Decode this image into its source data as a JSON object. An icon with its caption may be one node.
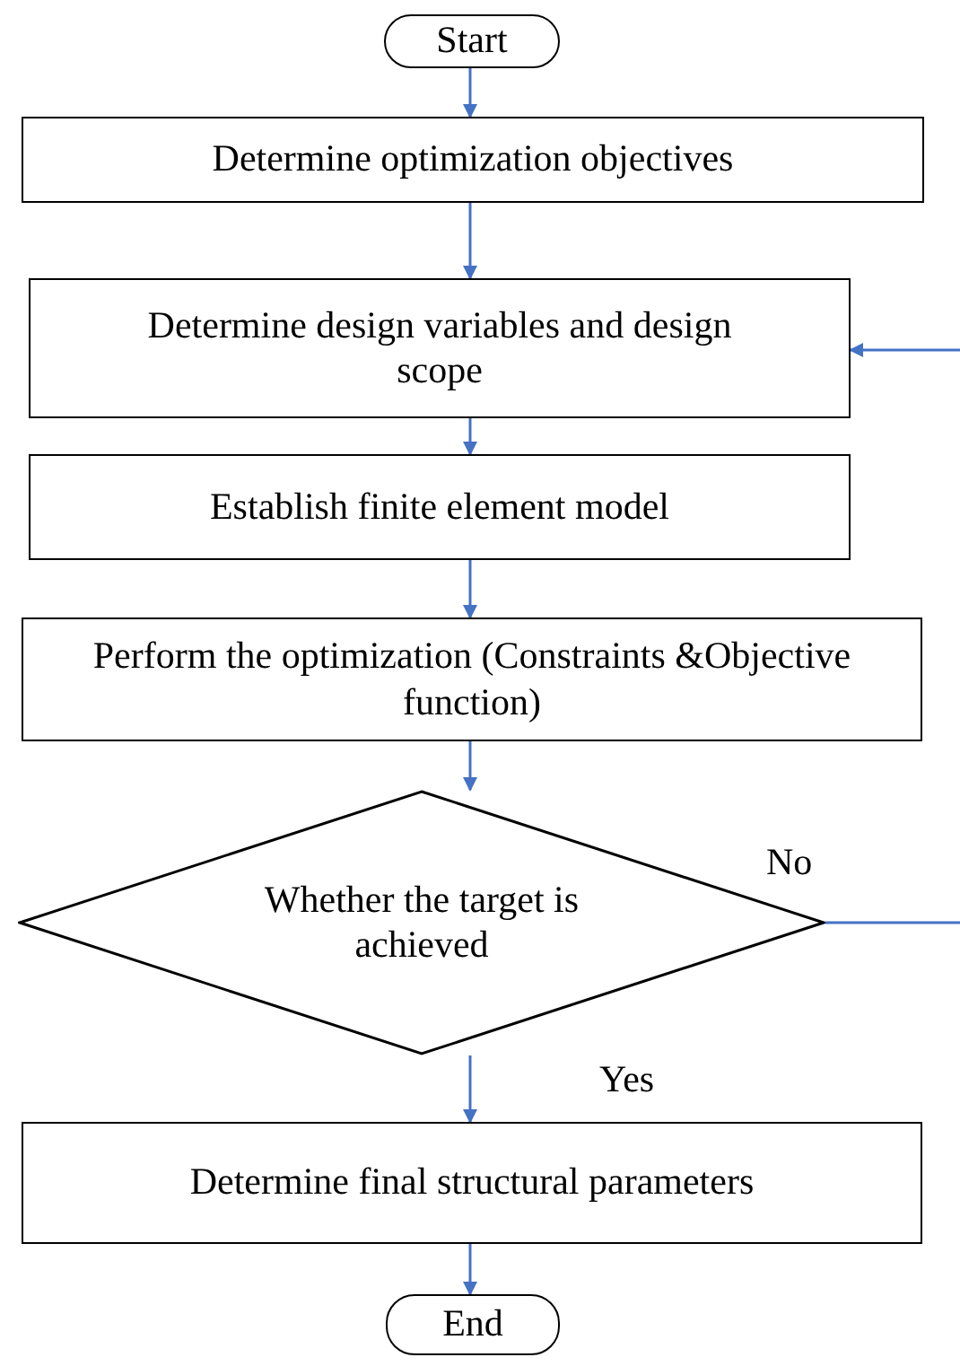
{
  "diagram": {
    "nodes": [
      {
        "text": [
          "Start"
        ]
      },
      {
        "text": [
          "Determine optimization objectives"
        ]
      },
      {
        "text": [
          "Determine design variables and design scope"
        ]
      },
      {
        "text": [
          "Establish finite element model"
        ]
      },
      {
        "text": [
          "Perform the optimization (Constraints &Objective function)"
        ]
      },
      {
        "text": [
          "Whether the target is achieved"
        ]
      },
      {
        "text": [
          "Determine final structural parameters"
        ]
      },
      {
        "text": [
          "End"
        ]
      }
    ],
    "edges": [
      {
        "from": 0,
        "to": 1,
        "arrow": "to"
      },
      {
        "from": 1,
        "to": 2,
        "arrow": "to"
      },
      {
        "from": 2,
        "to": 3,
        "arrow": "to"
      },
      {
        "from": 3,
        "to": 4,
        "arrow": "to"
      },
      {
        "from": 4,
        "to": 5,
        "arrow": "to"
      },
      {
        "from": 5,
        "to": 6,
        "arrow": "to",
        "label": "Yes"
      },
      {
        "from": 6,
        "to": 7,
        "arrow": "to"
      },
      {
        "from": 5,
        "to": null,
        "arrow": "none",
        "label": "No"
      },
      {
        "from": null,
        "to": 2,
        "arrow": "to"
      }
    ]
  }
}
